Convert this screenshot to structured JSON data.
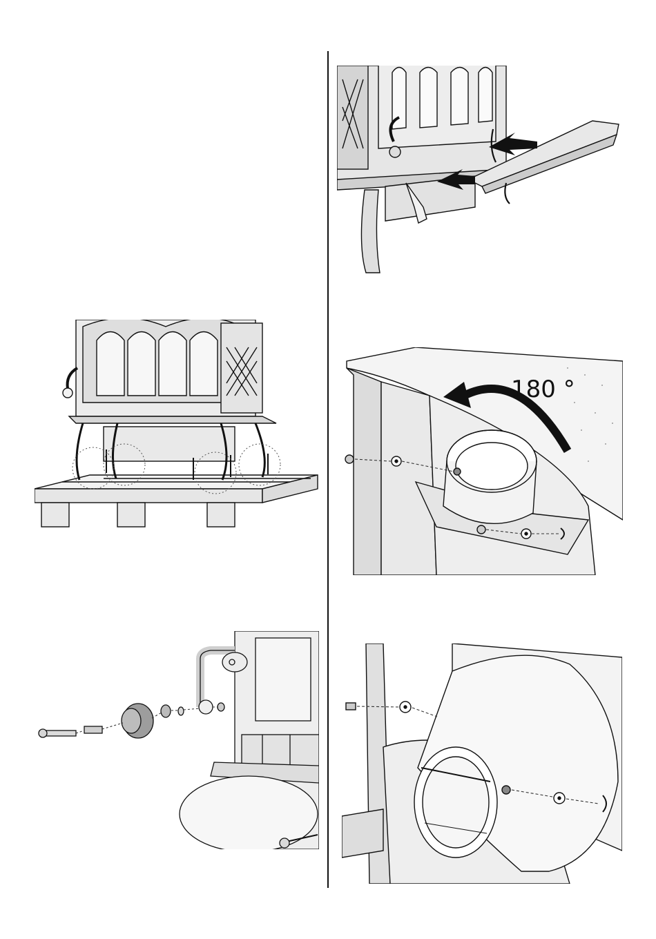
{
  "illustrations": {
    "stove_pallet": {
      "name": "stove-on-pallet-illustration"
    },
    "handle_kit": {
      "name": "door-handle-assembly-illustration"
    },
    "ashpan": {
      "name": "ashpan-insertion-illustration"
    },
    "flue_rotate": {
      "name": "flue-collar-rotation-illustration",
      "angle_label": "180 °"
    },
    "flue_mount": {
      "name": "flue-collar-mounted-illustration"
    }
  },
  "colors": {
    "line": "#111111",
    "metal_light": "#e9e9e9",
    "metal_mid": "#cfcfcf",
    "metal_dark": "#9a9a9a",
    "arrow": "#111111"
  }
}
